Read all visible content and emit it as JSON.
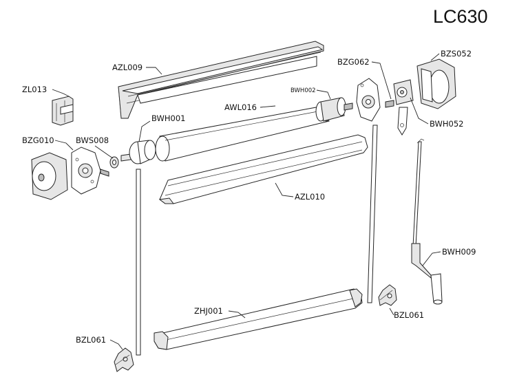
{
  "title": "LC630",
  "parts": {
    "azl009": "AZL009",
    "zl013": "ZL013",
    "bzg010": "BZG010",
    "bws008": "BWS008",
    "bwh001": "BWH001",
    "awl016": "AWL016",
    "bwh002": "BWH002",
    "bzg062": "BZG062",
    "bzs052": "BZS052",
    "bwh052": "BWH052",
    "azl010": "AZL010",
    "bwh009": "BWH009",
    "zhj001": "ZHJ001",
    "bzl061_right": "BZL061",
    "bzl061_left": "BZL061"
  }
}
